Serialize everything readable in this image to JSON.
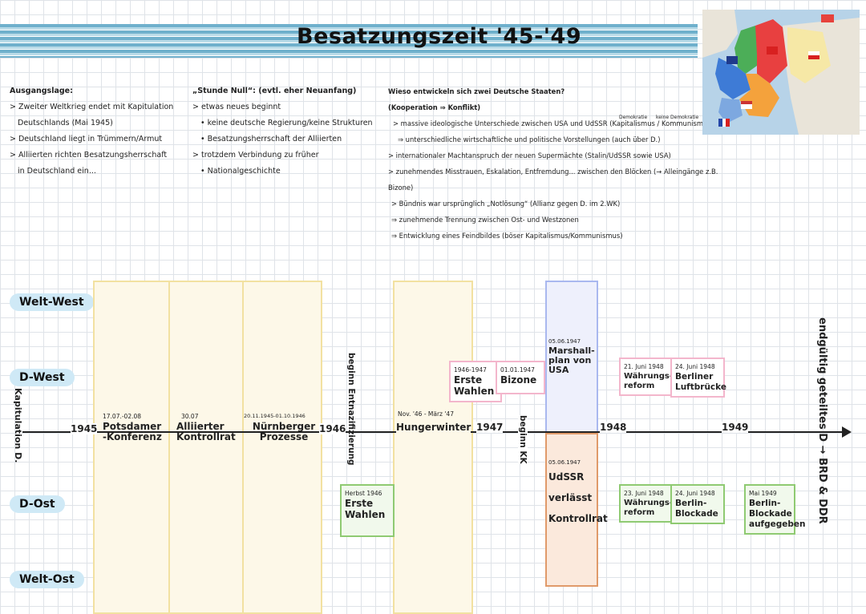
{
  "title": "Besatzungszeit '45-'49",
  "col1": {
    "head": "Ausgangslage:",
    "lines": [
      "> Zweiter Weltkrieg endet mit Kapitulation",
      "Deutschlands (Mai 1945)",
      "> Deutschland liegt in Trümmern/Armut",
      "> Alliierten richten Besatzungsherrschaft",
      "in Deutschland ein..."
    ]
  },
  "col2": {
    "head": "„Stunde Null“: (evtl. eher Neuanfang)",
    "lines": [
      "> etwas neues beginnt",
      "• keine deutsche Regierung/keine Strukturen",
      "• Besatzungsherrschaft der Alliierten",
      "> trotzdem Verbindung zu früher",
      "• Nationalgeschichte"
    ]
  },
  "col3": {
    "head": "Wieso entwickeln sich zwei Deutsche Staaten?",
    "sub": "(Kooperation ⇒ Konflikt)",
    "lines": [
      "> massive ideologische Unterschiede zwischen USA und UdSSR (Kapitalismus / Kommunismus)",
      "⇒ unterschiedliche wirtschaftliche und politische Vorstellungen (auch über D.)",
      "> internationaler Machtanspruch der neuen Supermächte (Stalin/UdSSR sowie USA)",
      "> zunehmendes Misstrauen, Eskalation, Entfremdung... zwischen den Blöcken (→ Alleingänge z.B. Bizone)",
      "> Bündnis war ursprünglich „Notlösung“ (Allianz gegen D. im 2.WK)",
      "⇒ zunehmende Trennung zwischen Ost- und Westzonen",
      "⇒ Entwicklung eines Feindbildes (böser Kapitalismus/Kommunismus)"
    ],
    "note_left": "Demokratie",
    "note_right": "keine Demokratie"
  },
  "rows": {
    "welt_west": "Welt-West",
    "d_west": "D-West",
    "d_ost": "D-Ost",
    "welt_ost": "Welt-Ost"
  },
  "left_vertical": "Kapitulation D.",
  "right_vertical": "endgültig geteiltes D → BRD & DDR",
  "years": {
    "y1945": "1945",
    "y1946": "1946",
    "y1947": "1947",
    "y1948": "1948",
    "y1949": "1949"
  },
  "axis_events": {
    "potsdam_date": "17.07.-02.08",
    "potsdam": "Potsdamer -Konferenz",
    "kontrollrat_date": "30.07",
    "kontrollrat": "Alliierter Kontrollrat",
    "nuernberg_date": "20.11.1945-01.10.1946",
    "nuernberg": "Nürnberger Prozesse",
    "entnaz": "beginn Entnazifizierung",
    "hunger_date": "Nov. '46 - März '47",
    "hunger": "Hungerwinter",
    "kk": "beginn KK"
  },
  "west_events": {
    "wahlen_date": "1946-1947",
    "wahlen": "Erste Wahlen",
    "bizone_date": "01.01.1947",
    "bizone": "Bizone",
    "marshall_date": "05.06.1947",
    "marshall": "Marshall-plan von USA",
    "waehrung_date": "21. Juni 1948",
    "waehrung": "Währungs-reform",
    "luft_date": "24. Juni 1948",
    "luft": "Berliner Luftbrücke"
  },
  "east_events": {
    "wahlen_date": "Herbst 1946",
    "wahlen": "Erste Wahlen",
    "udssr_date": "05.06.1947",
    "udssr": "UdSSR verlässt Kontrollrat",
    "waehrung_date": "23. Juni 1948",
    "waehrung": "Währungs-reform",
    "blockade_date": "24. Juni 1948",
    "blockade": "Berlin-Blockade",
    "ende_date": "Mai 1949",
    "ende": "Berlin-Blockade aufgegeben"
  },
  "colors": {
    "band": "#6fb0cc",
    "pill": "#cfe9f6",
    "yellow": "#f2e1a1",
    "pink": "#f3b6cc",
    "green": "#8fca72",
    "blue": "#a9b8ef",
    "orange": "#e09a6a"
  }
}
